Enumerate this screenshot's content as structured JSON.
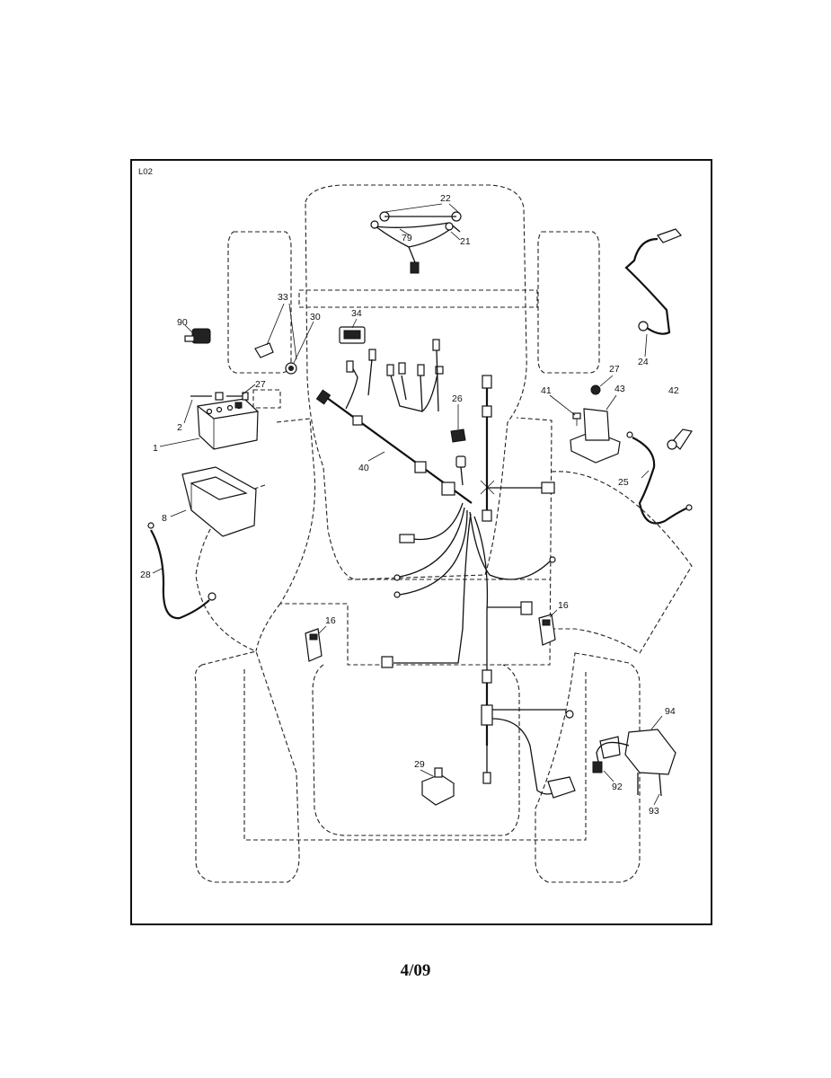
{
  "diagram_code": "L02",
  "page_number": "4/09",
  "callouts": [
    "22",
    "79",
    "21",
    "33",
    "30",
    "90",
    "34",
    "27",
    "2",
    "1",
    "40",
    "26",
    "41",
    "27",
    "43",
    "42",
    "24",
    "25",
    "8",
    "28",
    "16",
    "16",
    "94",
    "92",
    "93",
    "29"
  ]
}
